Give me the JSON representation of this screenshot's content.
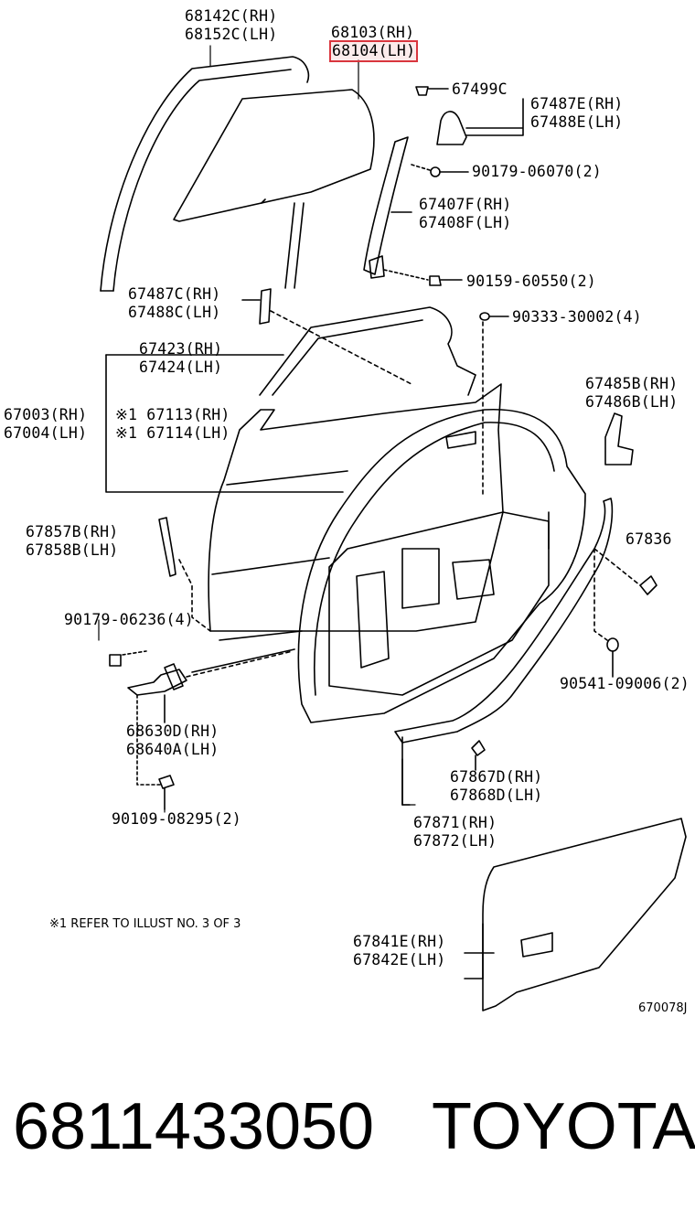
{
  "parts": {
    "p68142": {
      "rh": "68142C(RH)",
      "lh": "68152C(LH)"
    },
    "p68103": {
      "rh": "68103(RH)",
      "lh": "68104(LH)"
    },
    "p67499": "67499C",
    "p67487e": {
      "rh": "67487E(RH)",
      "lh": "67488E(LH)"
    },
    "p90179a": "90179-06070(2)",
    "p67407": {
      "rh": "67407F(RH)",
      "lh": "67408F(LH)"
    },
    "p90159": "90159-60550(2)",
    "p67487c": {
      "rh": "67487C(RH)",
      "lh": "67488C(LH)"
    },
    "p90333": "90333-30002(4)",
    "p67423": {
      "rh": "67423(RH)",
      "lh": "67424(LH)"
    },
    "p67485": {
      "rh": "67485B(RH)",
      "lh": "67486B(LH)"
    },
    "p67003": {
      "rh": "67003(RH)",
      "lh": "67004(LH)"
    },
    "p67113": {
      "rh": "※1 67113(RH)",
      "lh": "※1 67114(LH)"
    },
    "p67857": {
      "rh": "67857B(RH)",
      "lh": "67858B(LH)"
    },
    "p67836": "67836",
    "p90179b": "90179-06236(4)",
    "p90541": "90541-09006(2)",
    "p68630": {
      "rh": "68630D(RH)",
      "lh": "68640A(LH)"
    },
    "p67867": {
      "rh": "67867D(RH)",
      "lh": "67868D(LH)"
    },
    "p90109": "90109-08295(2)",
    "p67871": {
      "rh": "67871(RH)",
      "lh": "67872(LH)"
    },
    "p67841": {
      "rh": "67841E(RH)",
      "lh": "67842E(LH)"
    }
  },
  "note": "※1 REFER TO ILLUST NO. 3 OF 3",
  "illustration_ref": "670078J",
  "footer": {
    "part_number": "6811433050",
    "brand": "TOYOTA"
  },
  "highlight_color": "#d9363e"
}
